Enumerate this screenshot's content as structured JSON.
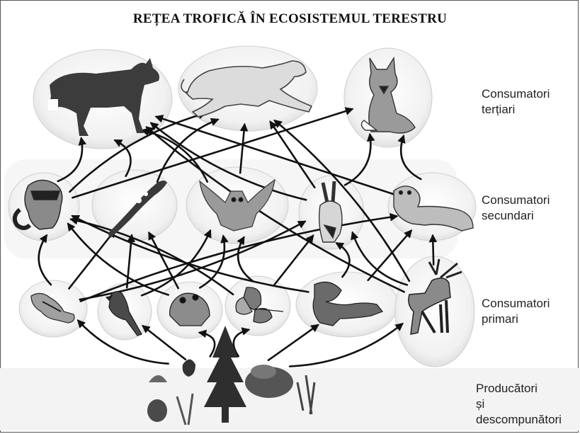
{
  "title": "REȚEA TROFICĂ ÎN ECOSISTEMUL TERESTRU",
  "levels": {
    "tertiary": {
      "line1": "Consumatori",
      "line2": "terțiari"
    },
    "secondary": {
      "line1": "Consumatori",
      "line2": "secundari"
    },
    "primary": {
      "line1": "Consumatori",
      "line2": "primari"
    },
    "producers": {
      "line1": "Producători",
      "line2": "și",
      "line3": "descompunători"
    }
  },
  "organisms": [
    {
      "id": "wolf",
      "icon": "wolf-icon",
      "level": "tertiary"
    },
    {
      "id": "puma",
      "icon": "puma-icon",
      "level": "tertiary"
    },
    {
      "id": "fox",
      "icon": "fox-icon",
      "level": "tertiary"
    },
    {
      "id": "raccoon",
      "icon": "raccoon-icon",
      "level": "secondary"
    },
    {
      "id": "lizard",
      "icon": "lizard-icon",
      "level": "secondary"
    },
    {
      "id": "owl",
      "icon": "owl-icon",
      "level": "secondary"
    },
    {
      "id": "rabbit",
      "icon": "rabbit-icon",
      "level": "secondary"
    },
    {
      "id": "weasel",
      "icon": "weasel-icon",
      "level": "secondary"
    },
    {
      "id": "chipmunk",
      "icon": "chipmunk-icon",
      "level": "primary"
    },
    {
      "id": "bird",
      "icon": "bird-icon",
      "level": "primary"
    },
    {
      "id": "frog",
      "icon": "frog-icon",
      "level": "primary"
    },
    {
      "id": "butterfly",
      "icon": "butterfly-icon",
      "level": "primary"
    },
    {
      "id": "squirrel",
      "icon": "squirrel-icon",
      "level": "primary"
    },
    {
      "id": "deer",
      "icon": "deer-icon",
      "level": "primary"
    },
    {
      "id": "producers",
      "icon": "forest-plants-icon",
      "level": "producers"
    }
  ],
  "links": [
    [
      "producers",
      "chipmunk"
    ],
    [
      "producers",
      "bird"
    ],
    [
      "producers",
      "frog"
    ],
    [
      "producers",
      "butterfly"
    ],
    [
      "producers",
      "squirrel"
    ],
    [
      "producers",
      "deer"
    ],
    [
      "chipmunk",
      "raccoon"
    ],
    [
      "chipmunk",
      "lizard"
    ],
    [
      "chipmunk",
      "rabbit"
    ],
    [
      "chipmunk",
      "weasel"
    ],
    [
      "bird",
      "lizard"
    ],
    [
      "bird",
      "owl"
    ],
    [
      "frog",
      "raccoon"
    ],
    [
      "frog",
      "lizard"
    ],
    [
      "frog",
      "owl"
    ],
    [
      "butterfly",
      "owl"
    ],
    [
      "butterfly",
      "rabbit"
    ],
    [
      "butterfly",
      "raccoon"
    ],
    [
      "squirrel",
      "raccoon"
    ],
    [
      "squirrel",
      "weasel"
    ],
    [
      "squirrel",
      "rabbit"
    ],
    [
      "deer",
      "rabbit"
    ],
    [
      "deer",
      "weasel"
    ],
    [
      "raccoon",
      "wolf"
    ],
    [
      "raccoon",
      "puma"
    ],
    [
      "raccoon",
      "fox"
    ],
    [
      "lizard",
      "wolf"
    ],
    [
      "lizard",
      "puma"
    ],
    [
      "owl",
      "puma"
    ],
    [
      "owl",
      "wolf"
    ],
    [
      "rabbit",
      "wolf"
    ],
    [
      "rabbit",
      "puma"
    ],
    [
      "rabbit",
      "fox"
    ],
    [
      "weasel",
      "fox"
    ],
    [
      "weasel",
      "wolf"
    ],
    [
      "deer",
      "puma"
    ],
    [
      "deer",
      "wolf"
    ]
  ]
}
